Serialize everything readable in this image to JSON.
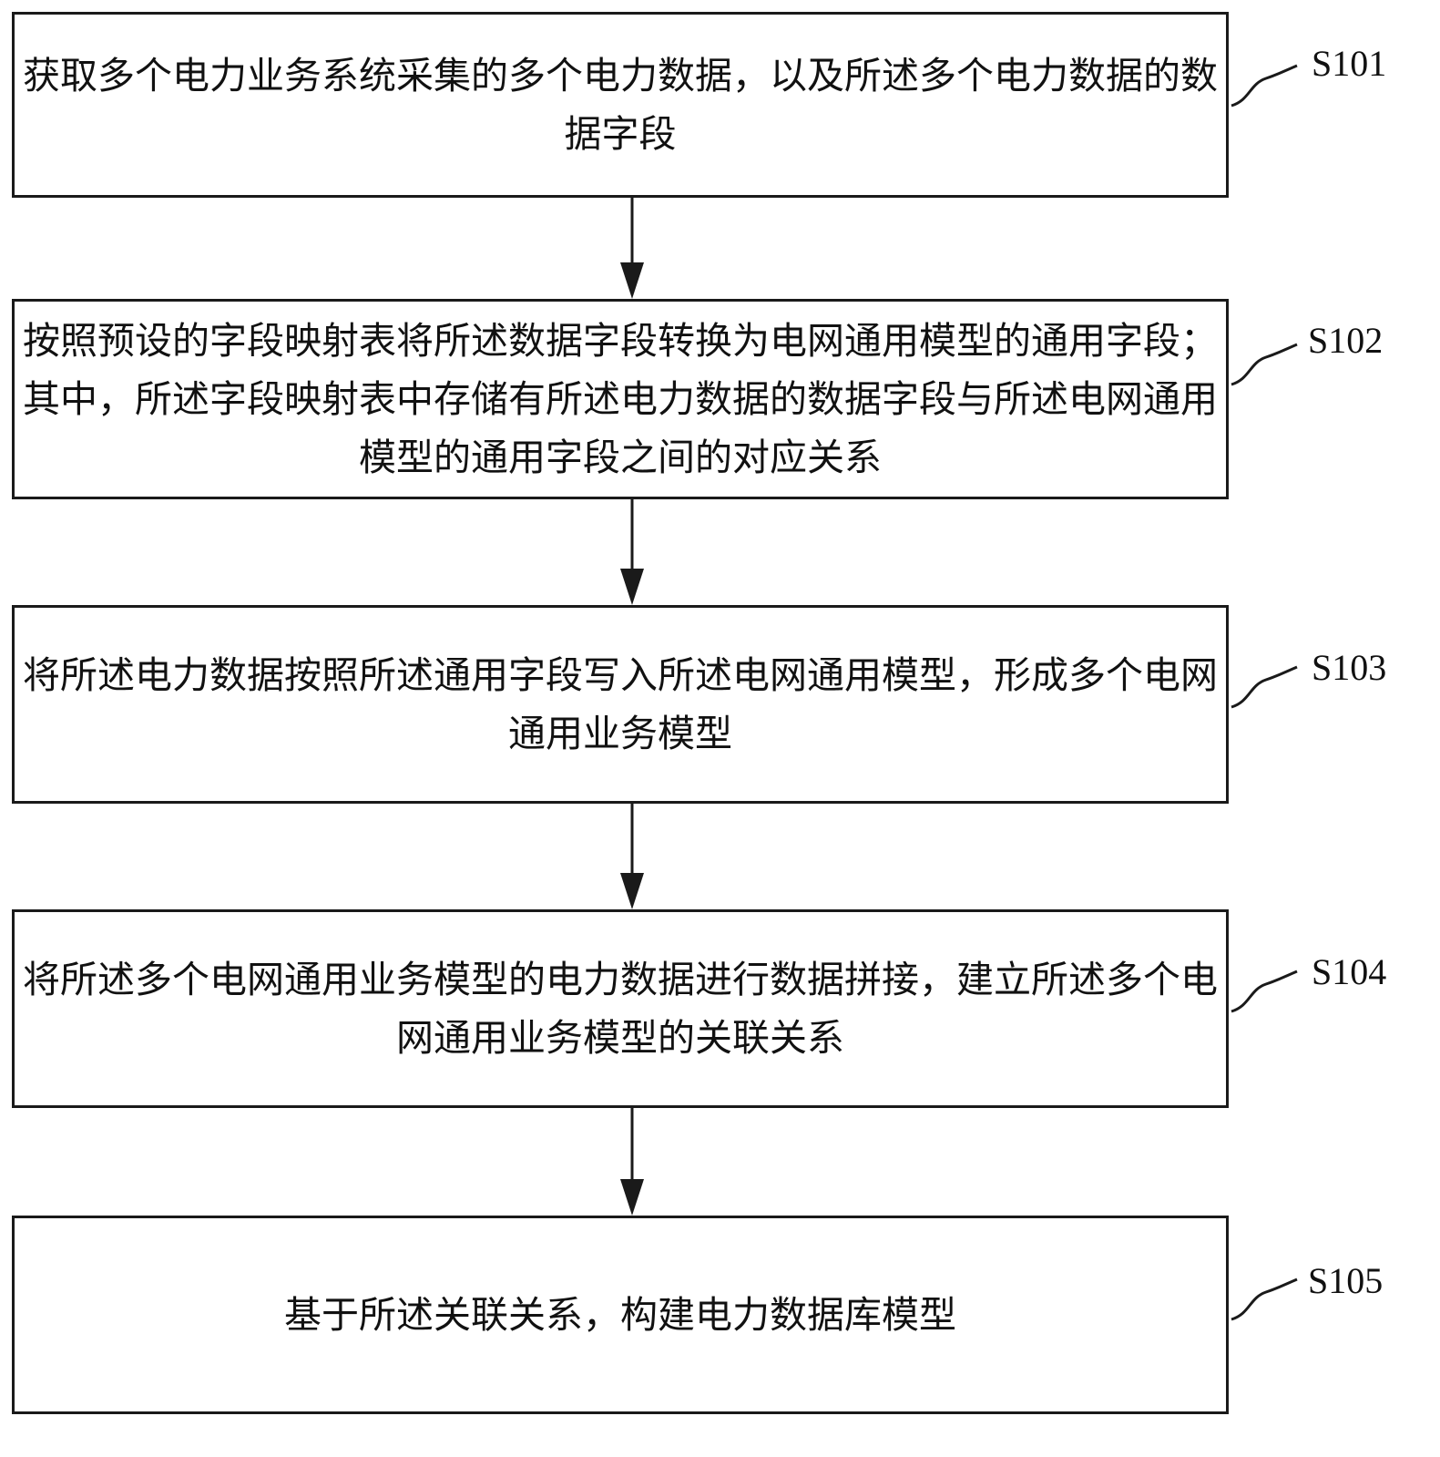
{
  "steps": [
    {
      "id": "S101",
      "text": "获取多个电力业务系统采集的多个电力数据，以及所述多个电力数据的数据字段"
    },
    {
      "id": "S102",
      "text": "按照预设的字段映射表将所述数据字段转换为电网通用模型的通用字段；其中，所述字段映射表中存储有所述电力数据的数据字段与所述电网通用模型的通用字段之间的对应关系"
    },
    {
      "id": "S103",
      "text": "将所述电力数据按照所述通用字段写入所述电网通用模型，形成多个电网通用业务模型"
    },
    {
      "id": "S104",
      "text": "将所述多个电网通用业务模型的电力数据进行数据拼接，建立所述多个电网通用业务模型的关联关系"
    },
    {
      "id": "S105",
      "text": "基于所述关联关系，构建电力数据库模型"
    }
  ],
  "colors": {
    "stroke": "#1a1a1a",
    "text": "#111111",
    "background": "#ffffff"
  }
}
